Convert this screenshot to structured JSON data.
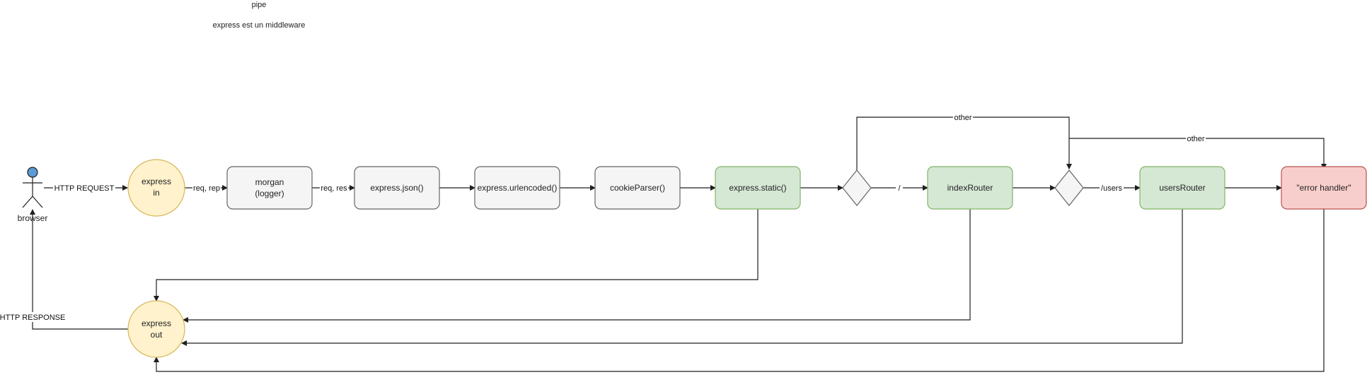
{
  "notes": {
    "pipe": "pipe",
    "middleware": "express est un middleware"
  },
  "actor": {
    "label": "browser",
    "head_color": "#5b9bd5"
  },
  "nodes": {
    "express_in": [
      "express",
      "in"
    ],
    "morgan": [
      "morgan",
      "(logger)"
    ],
    "express_json": [
      "express.json()"
    ],
    "urlencoded": [
      "express.urlencoded()"
    ],
    "cookie_parser": [
      "cookieParser()"
    ],
    "express_static": [
      "express.static()"
    ],
    "index_router": [
      "indexRouter"
    ],
    "users_router": [
      "usersRouter"
    ],
    "error_handler": [
      "\"error handler\""
    ],
    "express_out": [
      "express",
      "out"
    ]
  },
  "edge_labels": {
    "http_request": "HTTP REQUEST",
    "req_rep": "req, rep",
    "req_res": "req, res",
    "root": "/",
    "users": "/users",
    "other_top": "other",
    "other_mid": "other",
    "http_response": "HTTP RESPONSE"
  },
  "colors": {
    "gray_fill": "#f5f5f5",
    "gray_stroke": "#666666",
    "yellow_fill": "#fff2cc",
    "yellow_stroke": "#d6b656",
    "green_fill": "#d5e8d4",
    "green_stroke": "#82b366",
    "red_fill": "#f8cecc",
    "red_stroke": "#b85450"
  }
}
